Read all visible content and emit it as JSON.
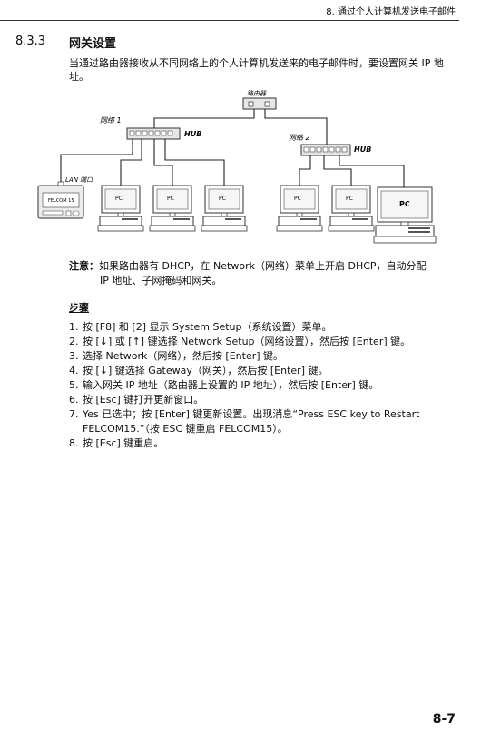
{
  "header": {
    "running_title": "8.  通过个人计算机发送电子邮件"
  },
  "section": {
    "number": "8.3.3",
    "title": "网关设置",
    "intro": "当通过路由器接收从不同网络上的个人计算机发送来的电子邮件时，要设置网关 IP 地址。"
  },
  "figure": {
    "router": "路由器",
    "network1": "网络 1",
    "network2": "网络 2",
    "hub": "HUB",
    "lan_port": "LAN 端口",
    "device": "FELCOM 15",
    "pc": "PC"
  },
  "note": {
    "label": "注意：",
    "line1": "如果路由器有 DHCP，在 Network（网络）菜单上开启 DHCP，自动分配",
    "line2": "IP 地址、子网掩码和网关。"
  },
  "steps": {
    "title": "步骤",
    "items": [
      {
        "num": "1.",
        "text": "按 [F8] 和 [2] 显示 System Setup（系统设置）菜单。"
      },
      {
        "num": "2.",
        "text": "按 [↓] 或 [↑] 键选择 Network Setup（网络设置），然后按 [Enter] 键。"
      },
      {
        "num": "3.",
        "text": "选择 Network（网络），然后按 [Enter] 键。"
      },
      {
        "num": "4.",
        "text": "按 [↓] 键选择 Gateway（网关），然后按 [Enter] 键。"
      },
      {
        "num": "5.",
        "text": "输入网关 IP 地址（路由器上设置的 IP 地址），然后按 [Enter] 键。"
      },
      {
        "num": "6.",
        "text": "按 [Esc] 键打开更新窗口。"
      },
      {
        "num": "7.",
        "text": "Yes 已选中；按 [Enter] 键更新设置。出现消息“Press ESC key to Restart FELCOM15.”（按 ESC 键重启 FELCOM15）。"
      },
      {
        "num": "8.",
        "text": "按 [Esc] 键重启。"
      }
    ]
  },
  "footer": {
    "page_number": "8-7"
  }
}
